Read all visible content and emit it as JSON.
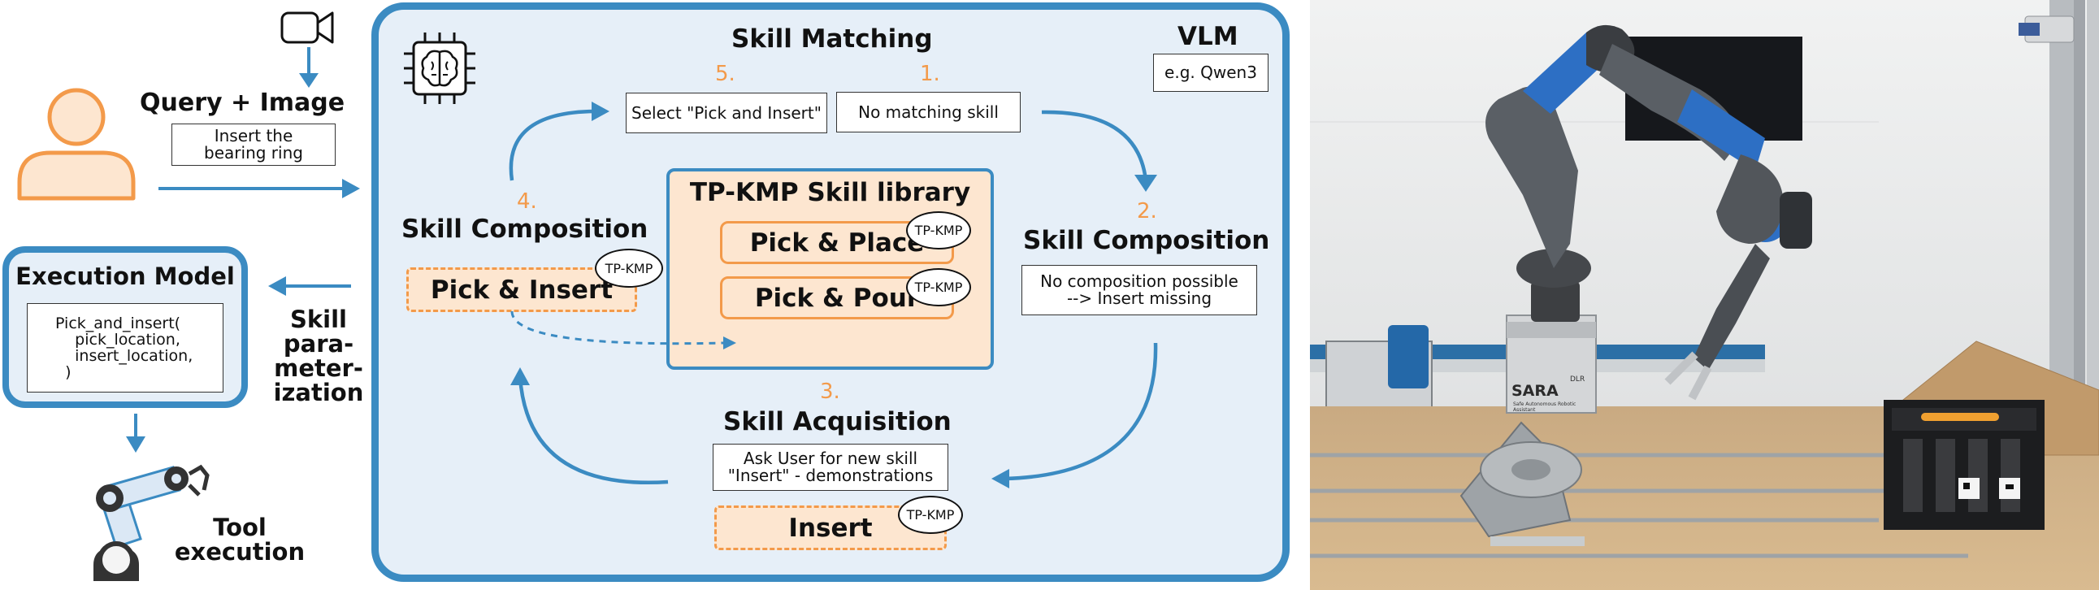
{
  "left": {
    "query_title": "Query + Image",
    "query_text": "Insert the\nbearing ring",
    "execution_title": "Execution Model",
    "execution_code": "Pick_and_insert(\n    pick_location,\n    insert_location,\n  )",
    "param_label": "Skill\npara-\nmeter-\nization",
    "tool_label": "Tool\nexecution"
  },
  "panel": {
    "matching_title": "Skill Matching",
    "vlm_title": "VLM",
    "vlm_example": "e.g. Qwen3",
    "step5_num": "5.",
    "step5_text": "Select \"Pick and Insert\"",
    "step1_num": "1.",
    "step1_text": "No matching skill",
    "step2_num": "2.",
    "step2_title": "Skill Composition",
    "step2_text": "No  composition possible\n--> Insert missing",
    "step3_num": "3.",
    "step3_title": "Skill Acquisition",
    "step3_text": "Ask User for new skill\n\"Insert\" - demonstrations",
    "step3_skill": "Insert",
    "step4_num": "4.",
    "step4_title": "Skill Composition",
    "step4_skill": "Pick & Insert",
    "library_title": "TP-KMP Skill library",
    "library_items": [
      "Pick & Place",
      "Pick & Pour"
    ],
    "tag": "TP-KMP"
  },
  "photo": {
    "robot_label": "SARA",
    "robot_sublabel": "Safe Autonomous Robotic Assistant",
    "logo_text": "DLR"
  },
  "colors": {
    "accent_blue": "#3b8bc2",
    "panel_fill": "#e6eff8",
    "orange": "#f39a4a",
    "orange_fill": "#fde6d0"
  }
}
